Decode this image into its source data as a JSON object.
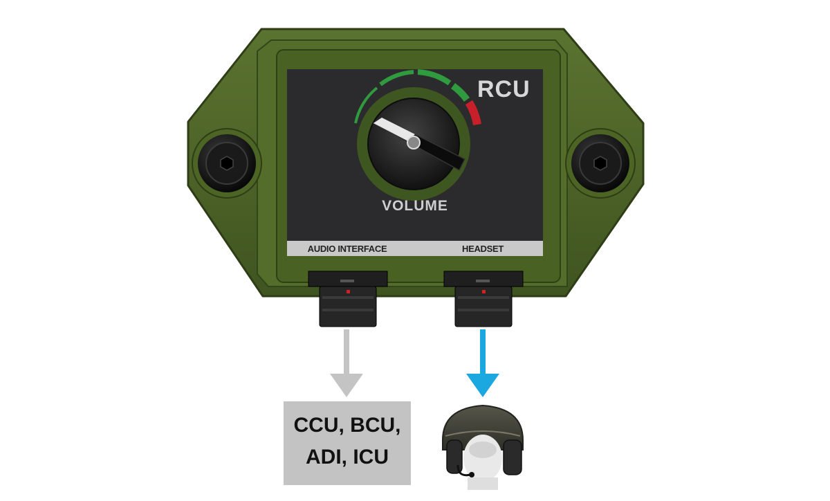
{
  "device": {
    "title": "RCU",
    "knob_label": "VOLUME",
    "ports": {
      "audio_interface": "AUDIO INTERFACE",
      "headset": "HEADSET"
    }
  },
  "destinations": {
    "audio_interface_targets": {
      "line1": "CCU, BCU,",
      "line2": "ADI, ICU"
    }
  },
  "colors": {
    "housing": "#4c6424",
    "panel": "#2b2b2d",
    "arrow_gray": "#c4c4c4",
    "arrow_blue": "#1ba7e0",
    "scale_green": "#2f9a3e",
    "scale_red": "#c8202a",
    "label_strip": "#c9c9c9"
  },
  "icons": {
    "headset_destination": "helmet-headset-icon",
    "volume_knob": "rotary-knob-icon"
  }
}
